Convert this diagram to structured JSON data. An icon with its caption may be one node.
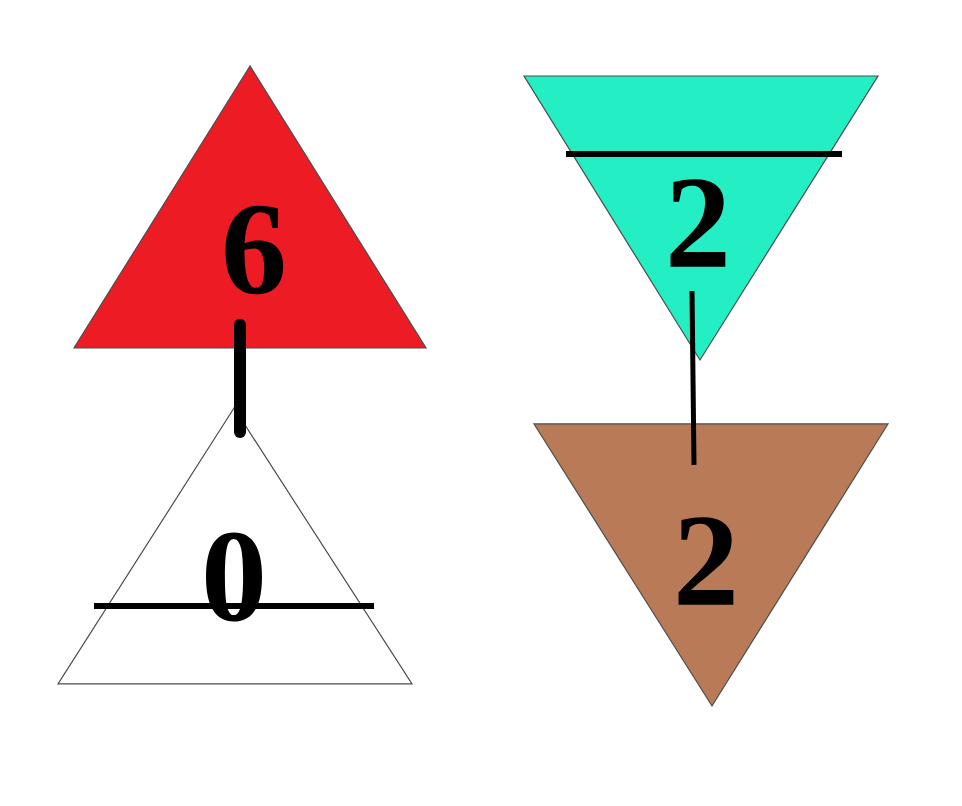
{
  "diagram": {
    "nodes": [
      {
        "text": [
          "6"
        ]
      },
      {
        "text": [
          "2"
        ]
      },
      {
        "text": [
          "0"
        ]
      },
      {
        "text": [
          "2"
        ]
      }
    ],
    "edges": [
      {
        "from": 0,
        "to": 2,
        "arrow": "none",
        "style": "thick"
      },
      {
        "from": 1,
        "to": 3,
        "arrow": "none"
      }
    ]
  }
}
